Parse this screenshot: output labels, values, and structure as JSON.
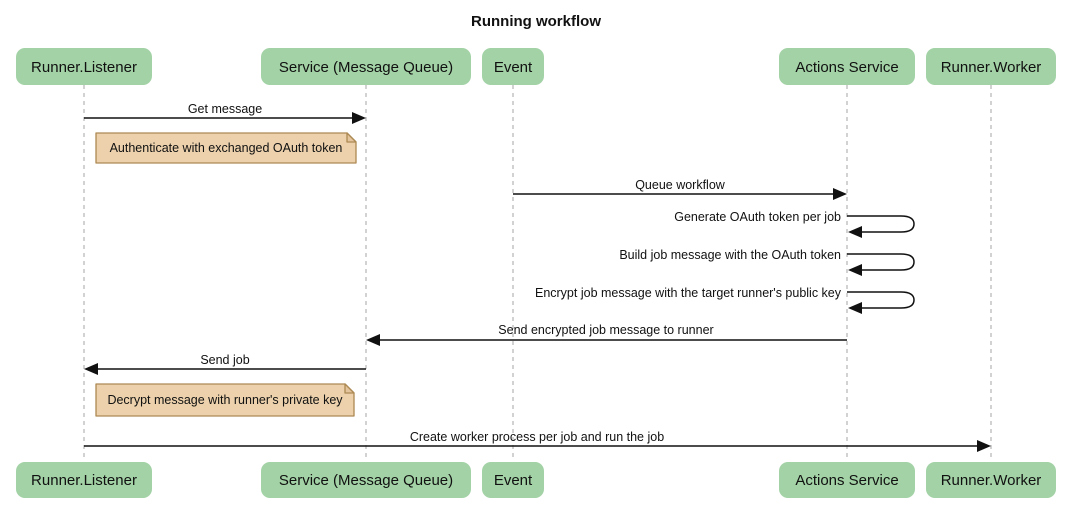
{
  "diagram": {
    "type": "sequence-diagram",
    "title": "Running workflow"
  },
  "colors": {
    "background": "#ffffff",
    "actor_fill": "#a2d2a5",
    "note_fill": "#ecd1ac",
    "note_border": "#ad8953",
    "lifeline": "#a6a6a6",
    "arrow": "#111111",
    "text": "#111111"
  },
  "participants": [
    {
      "name": "Runner.Listener"
    },
    {
      "name": "Service (Message Queue)"
    },
    {
      "name": "Event"
    },
    {
      "name": "Actions Service"
    },
    {
      "name": "Runner.Worker"
    }
  ],
  "messages": [
    {
      "seq": 1,
      "label": "Get message",
      "from": "Runner.Listener",
      "to": "Service (Message Queue)",
      "kind": "solid-arrow"
    },
    {
      "seq": 2,
      "label": "Queue workflow",
      "from": "Event",
      "to": "Actions Service",
      "kind": "solid-arrow"
    },
    {
      "seq": 3,
      "label": "Generate OAuth token per job",
      "from": "Actions Service",
      "to": "Actions Service",
      "kind": "self-arrow"
    },
    {
      "seq": 4,
      "label": "Build job message with the OAuth token",
      "from": "Actions Service",
      "to": "Actions Service",
      "kind": "self-arrow"
    },
    {
      "seq": 5,
      "label": "Encrypt job message with the target runner's public key",
      "from": "Actions Service",
      "to": "Actions Service",
      "kind": "self-arrow"
    },
    {
      "seq": 6,
      "label": "Send encrypted job message to runner",
      "from": "Actions Service",
      "to": "Service (Message Queue)",
      "kind": "solid-arrow"
    },
    {
      "seq": 7,
      "label": "Send job",
      "from": "Service (Message Queue)",
      "to": "Runner.Listener",
      "kind": "solid-arrow"
    },
    {
      "seq": 8,
      "label": "Create worker process per job and run the job",
      "from": "Runner.Listener",
      "to": "Runner.Worker",
      "kind": "solid-arrow"
    }
  ],
  "notes": [
    {
      "label": "Authenticate with exchanged OAuth token",
      "anchor": "right of Runner.Listener"
    },
    {
      "label": "Decrypt message with runner's private key",
      "anchor": "right of Runner.Listener"
    }
  ]
}
